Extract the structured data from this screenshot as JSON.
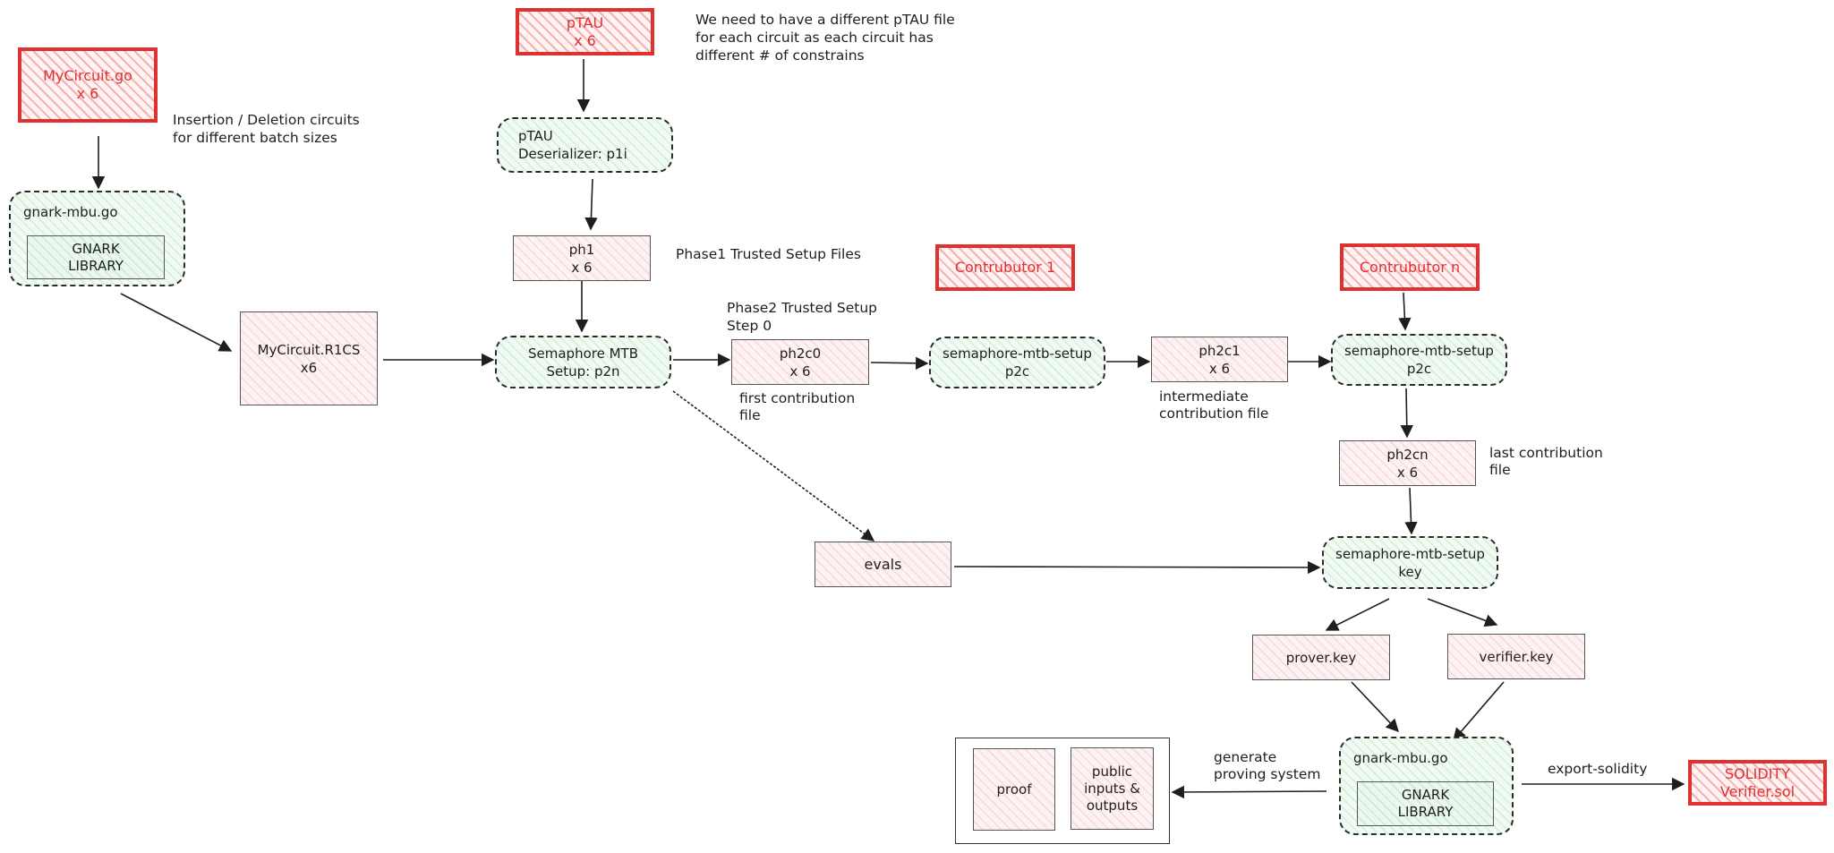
{
  "nodes": {
    "mycircuit_go": "MyCircuit.go\nx 6",
    "ptau_top": "pTAU\nx 6",
    "gnark_mbu_top": "gnark-mbu.go",
    "gnark_lib_top": "GNARK\nLIBRARY",
    "ptau_deserializer": "pTAU\nDeserializer: p1i",
    "ph1": "ph1\nx 6",
    "mycircuit_r1cs": "MyCircuit.R1CS\nx6",
    "semaphore_p2n": "Semaphore MTB\nSetup: p2n",
    "ph2c0": "ph2c0\nx 6",
    "contributor_1": "Contrubutor 1",
    "setup_p2c_1": "semaphore-mtb-setup\np2c",
    "ph2c1": "ph2c1\nx 6",
    "contributor_n": "Contrubutor n",
    "setup_p2c_2": "semaphore-mtb-setup\np2c",
    "ph2cn": "ph2cn\nx 6",
    "evals": "evals",
    "setup_key": "semaphore-mtb-setup\nkey",
    "prover_key": "prover.key",
    "verifier_key": "verifier.key",
    "gnark_mbu_bottom": "gnark-mbu.go",
    "gnark_lib_bottom": "GNARK\nLIBRARY",
    "proof": "proof",
    "public_io": "public\ninputs &\noutputs",
    "solidity": "SOLIDITY\nVerifier.sol"
  },
  "notes": {
    "ptau_note": "We need to have a different pTAU file\nfor each circuit as each circuit has\ndifferent # of constrains",
    "insertion_note": "Insertion / Deletion circuits\nfor different batch sizes",
    "phase1_note": "Phase1 Trusted Setup Files",
    "phase2_note": "Phase2 Trusted Setup\nStep 0",
    "first_contrib": "first contribution\nfile",
    "intermediate_contrib": "intermediate\ncontribution file",
    "last_contrib": "last contribution\nfile",
    "generate_note": "generate\nproving system",
    "export_note": "export-solidity"
  },
  "colors": {
    "accent_red": "#e03131",
    "stroke": "#1e1e1e",
    "green_fill": "#d3eeda",
    "pink_fill": "#f6d9da"
  }
}
